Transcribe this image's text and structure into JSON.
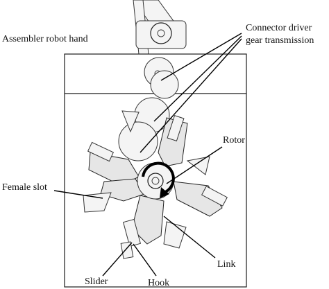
{
  "labels": {
    "assembler_robot_hand": "Assembler robot hand",
    "connector_driver_line1": "Connector driver",
    "connector_driver_line2": "gear transmission",
    "rotor": "Rotor",
    "female_slot": "Female slot",
    "link": "Link",
    "slider": "Slider",
    "hook": "Hook"
  }
}
